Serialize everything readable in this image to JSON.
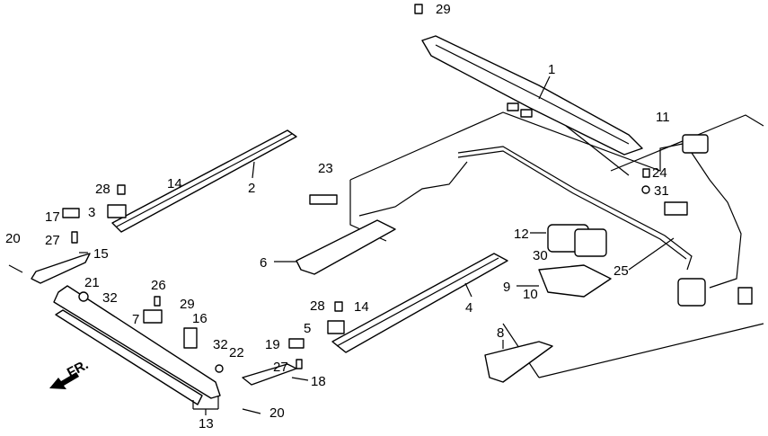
{
  "diagram": {
    "callouts": [
      "29",
      "1",
      "11",
      "2",
      "23",
      "24",
      "31",
      "28",
      "14",
      "3",
      "17",
      "27",
      "15",
      "20",
      "12",
      "30",
      "6",
      "25",
      "9",
      "10",
      "21",
      "32",
      "26",
      "28",
      "14",
      "4",
      "29",
      "16",
      "7",
      "5",
      "8",
      "19",
      "32",
      "22",
      "27",
      "18",
      "13",
      "20"
    ],
    "direction_label": "FR.",
    "line_color": "#000000",
    "background": "#ffffff"
  }
}
